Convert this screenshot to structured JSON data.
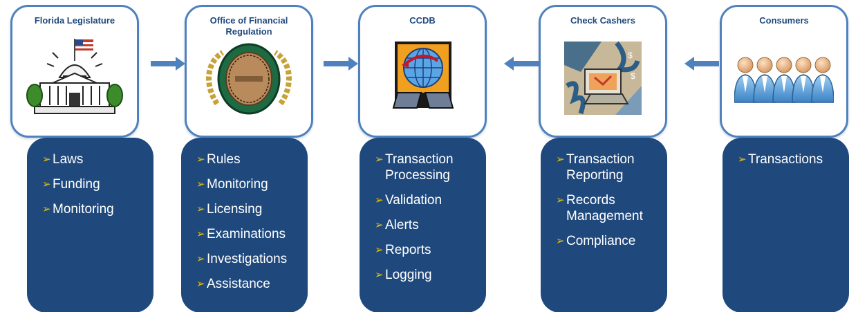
{
  "colors": {
    "card_border": "#4f81bd",
    "card_title": "#1f497d",
    "panel_bg": "#1f497d",
    "panel_text": "#ffffff",
    "bullet": "#f2c200",
    "arrow": "#4f81bd"
  },
  "bullet_glyph": "➢",
  "entities": [
    {
      "title": "Florida Legislature",
      "icon": "capitol-building-icon",
      "items": [
        "Laws",
        "Funding",
        "Monitoring"
      ]
    },
    {
      "title": "Office of Financial Regulation",
      "icon": "ofr-seal-icon",
      "items": [
        "Rules",
        "Monitoring",
        "Licensing",
        "Examinations",
        "Investigations",
        "Assistance"
      ]
    },
    {
      "title": "CCDB",
      "icon": "network-computers-icon",
      "items": [
        "Transaction Processing",
        "Validation",
        "Alerts",
        "Reports",
        "Logging"
      ]
    },
    {
      "title": "Check Cashers",
      "icon": "check-cashing-collage-icon",
      "items": [
        "Transaction Reporting",
        "Records Management",
        "Compliance"
      ]
    },
    {
      "title": "Consumers",
      "icon": "people-group-icon",
      "items": [
        "Transactions"
      ]
    }
  ],
  "arrows": [
    {
      "from": "Florida Legislature",
      "to": "Office of Financial Regulation",
      "direction": "right"
    },
    {
      "from": "Office of Financial Regulation",
      "to": "CCDB",
      "direction": "right"
    },
    {
      "from": "Check Cashers",
      "to": "CCDB",
      "direction": "left"
    },
    {
      "from": "Consumers",
      "to": "Check Cashers",
      "direction": "left"
    }
  ]
}
